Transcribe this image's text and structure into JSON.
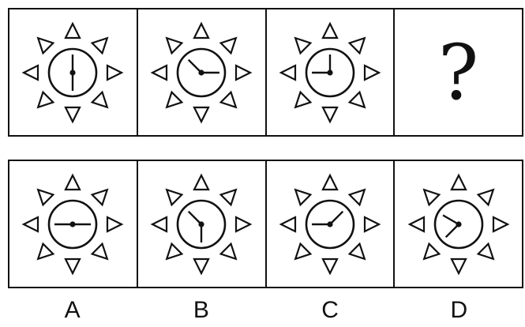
{
  "question_mark": "?",
  "options": {
    "a_label": "A",
    "b_label": "B",
    "c_label": "C",
    "d_label": "D"
  },
  "clocks": {
    "top_1": {
      "hand_angles_deg": [
        0,
        180
      ]
    },
    "top_2": {
      "hand_angles_deg": [
        -45,
        90
      ]
    },
    "top_3": {
      "hand_angles_deg": [
        0,
        -90
      ]
    },
    "option_a": {
      "hand_angles_deg": [
        -90,
        90
      ]
    },
    "option_b": {
      "hand_angles_deg": [
        -45,
        180
      ]
    },
    "option_c": {
      "hand_angles_deg": [
        -90,
        45
      ]
    },
    "option_d": {
      "hand_angles_deg": [
        -60,
        -135
      ]
    }
  }
}
